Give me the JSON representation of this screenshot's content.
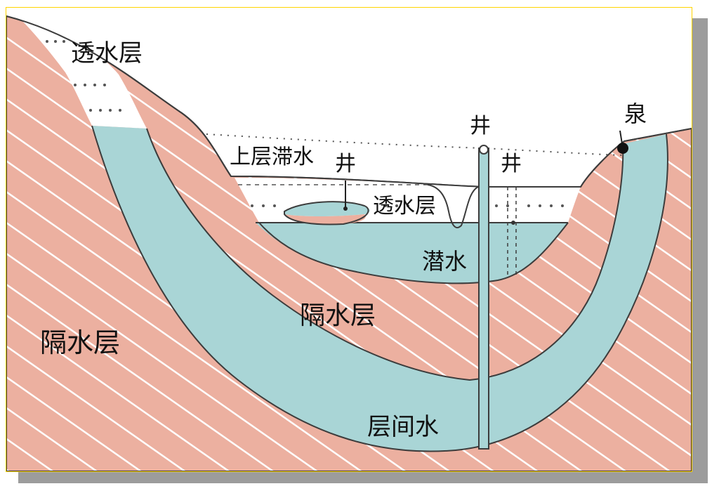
{
  "colors": {
    "rock": "#ecb0a0",
    "rock_stripe": "#ffffff",
    "water": "#a9d5d6",
    "sky": "#ffffff",
    "outline": "#3c3c3c",
    "water_table": "#555555",
    "frame_border": "#ffd400",
    "shadow": "#9c9c9c"
  },
  "labels": {
    "aquifer_top": "透水层",
    "perched_water": "上层滞水",
    "well_perched": "井",
    "aquifer_middle": "透水层",
    "well_deep": "井",
    "well_unconfined": "井",
    "phreatic_water": "潜水",
    "spring": "泉",
    "aquitard_left": "隔水层",
    "aquitard_middle": "隔水层",
    "confined_water": "层间水"
  }
}
